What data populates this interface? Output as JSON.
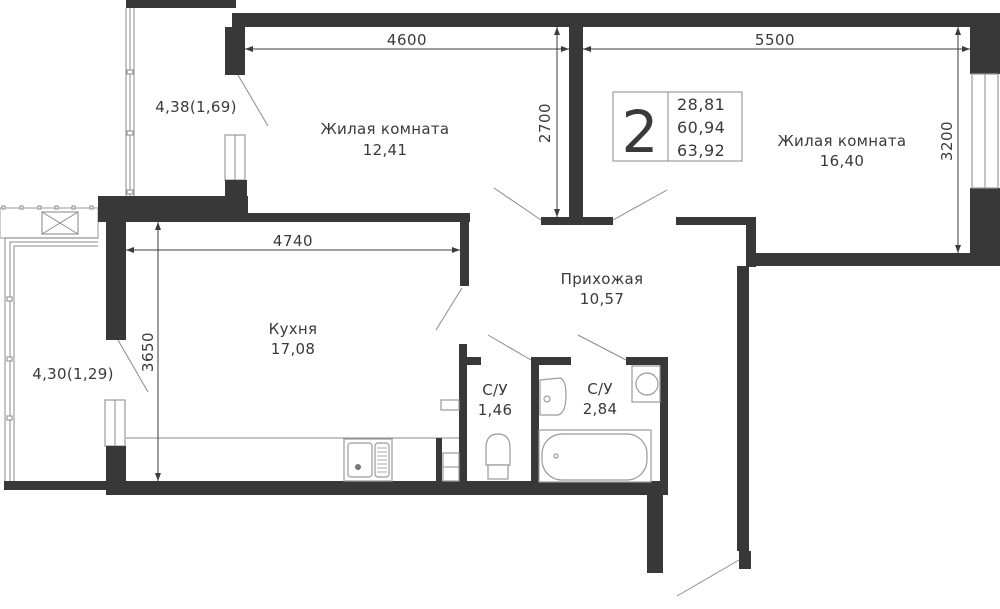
{
  "plan": {
    "room_count": "2",
    "areas": {
      "living": "28,81",
      "total": "60,94",
      "total_with_balcony": "63,92"
    },
    "rooms": [
      {
        "id": "living-1",
        "name": "Жилая комната",
        "area": "12,41"
      },
      {
        "id": "living-2",
        "name": "Жилая комната",
        "area": "16,40"
      },
      {
        "id": "kitchen",
        "name": "Кухня",
        "area": "17,08"
      },
      {
        "id": "hall",
        "name": "Прихожая",
        "area": "10,57"
      },
      {
        "id": "wc-1",
        "name": "С/У",
        "area": "1,46"
      },
      {
        "id": "wc-2",
        "name": "С/У",
        "area": "2,84"
      }
    ],
    "balconies": [
      {
        "id": "balcony-top",
        "label": "4,38(1,69)"
      },
      {
        "id": "balcony-left",
        "label": "4,30(1,29)"
      }
    ],
    "dimensions": {
      "living1_width": "4600",
      "living2_width": "5500",
      "living1_depth": "2700",
      "living2_depth": "3200",
      "kitchen_width": "4740",
      "kitchen_depth": "3650"
    },
    "colors": {
      "wall": "#383838",
      "fixture": "#9a9a9a",
      "text": "#3a3a3a"
    }
  }
}
